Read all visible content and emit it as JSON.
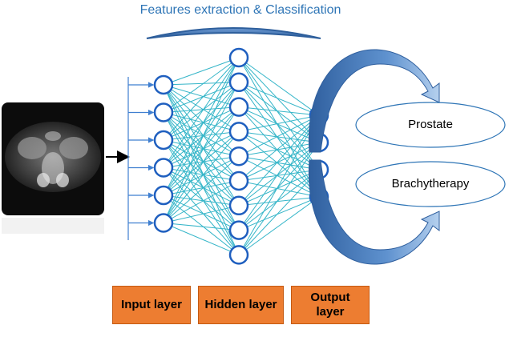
{
  "title": "Features extraction & Classification",
  "layers": {
    "input": {
      "label": "Input layer",
      "nodes": 6
    },
    "hidden": {
      "label": "Hidden layer",
      "nodes": 9
    },
    "output": {
      "label": "Output layer",
      "nodes": 4
    }
  },
  "outputs": [
    {
      "label": "Prostate"
    },
    {
      "label": "Brachytherapy"
    }
  ],
  "colors": {
    "node_stroke": "#1f5fbf",
    "edge": "#34b5c8",
    "arrow_gradient_dark": "#3a6fb0",
    "arrow_gradient_light": "#a8c8ec",
    "box_fill": "#ed7d31",
    "title": "#2e75b6"
  },
  "image": {
    "description_icon": "mri-scan-image"
  }
}
